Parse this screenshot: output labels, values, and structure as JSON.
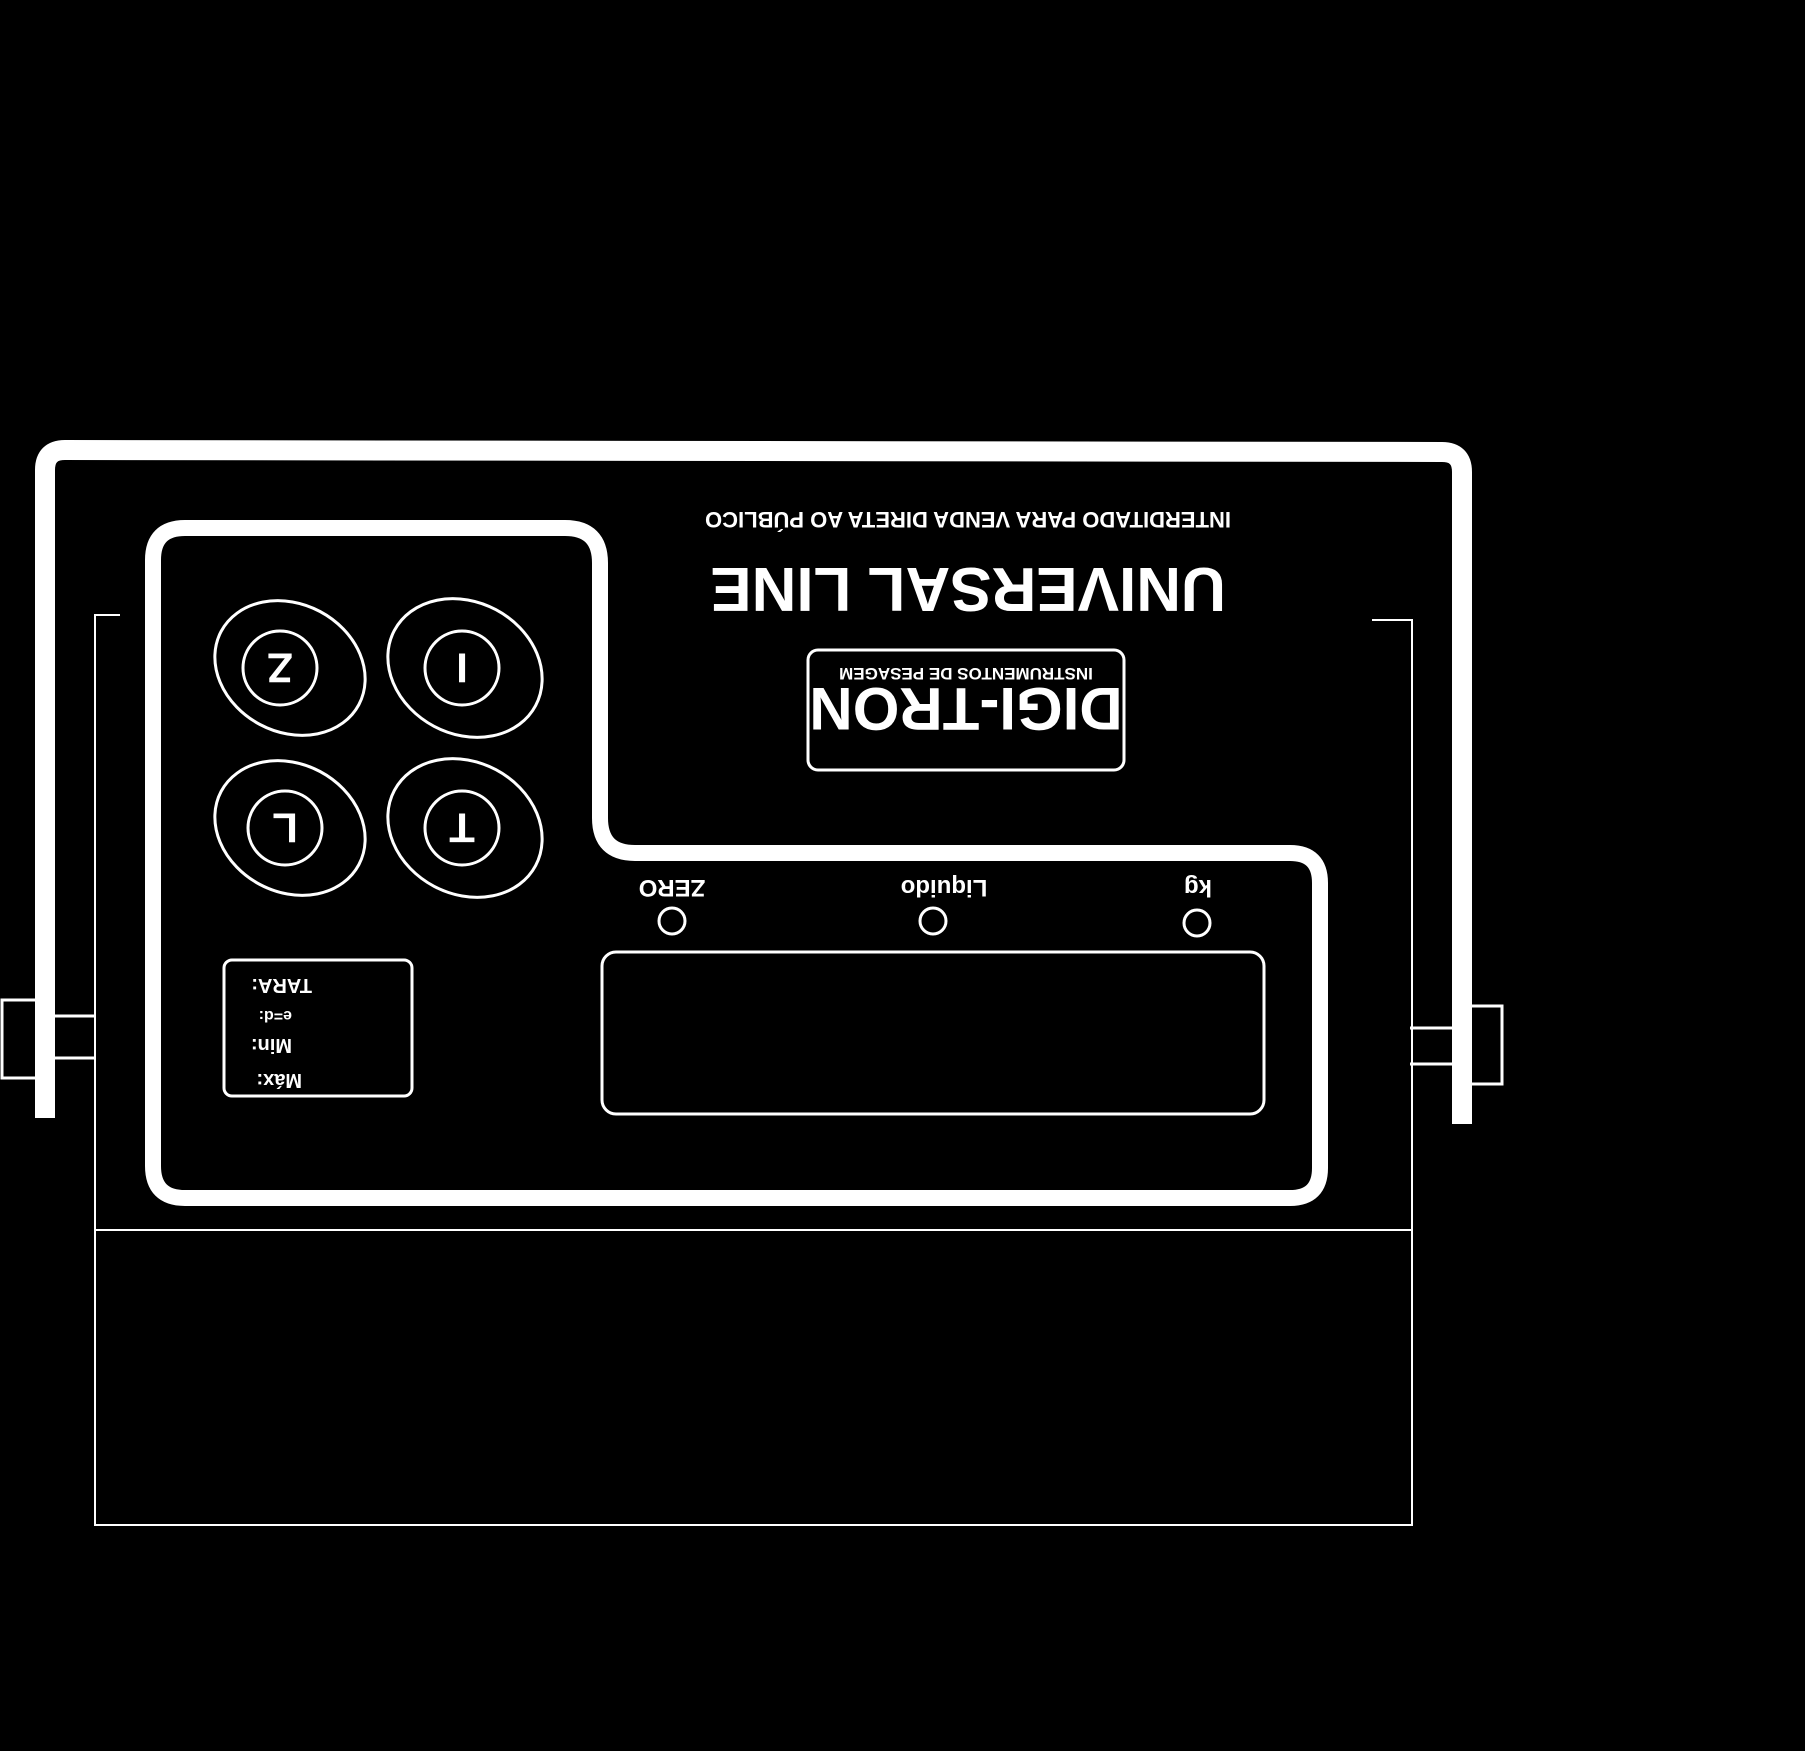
{
  "colors": {
    "background": "#000000",
    "line": "#ffffff"
  },
  "header": {
    "notice": "INTERDITADO PARA VENDA DIRETA AO PÚBLICO",
    "title": "UNIVERSAL LINE"
  },
  "brand": {
    "subtitle": "INSTRUMENTOS DE PESAGEM",
    "name": "DIGI-TRON"
  },
  "keys": [
    {
      "label": "Z"
    },
    {
      "label": "I"
    },
    {
      "label": "L"
    },
    {
      "label": "T"
    }
  ],
  "indicators": [
    {
      "label": "ZERO"
    },
    {
      "label": "Liquido"
    },
    {
      "label": "kg"
    }
  ],
  "spec_plate": {
    "lines": [
      "TARA:",
      "e=d:",
      "Min:",
      "Máx:"
    ]
  },
  "display": {
    "reading": ""
  }
}
